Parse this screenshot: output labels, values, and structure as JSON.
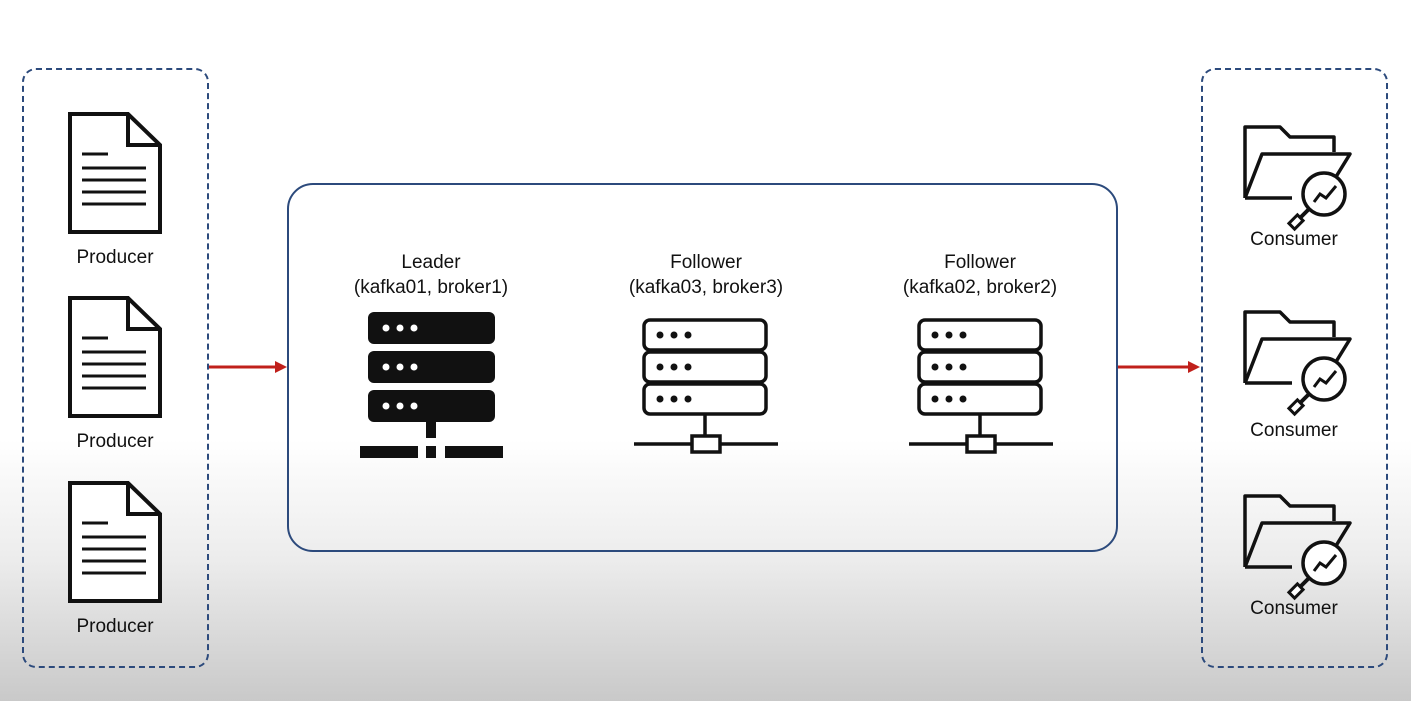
{
  "producers": [
    {
      "label": "Producer",
      "icon": "document-icon"
    },
    {
      "label": "Producer",
      "icon": "document-icon"
    },
    {
      "label": "Producer",
      "icon": "document-icon"
    }
  ],
  "cluster": {
    "brokers": [
      {
        "role": "Leader",
        "detail": "(kafka01, broker1)",
        "icon": "server-icon-filled"
      },
      {
        "role": "Follower",
        "detail": "(kafka03, broker3)",
        "icon": "server-icon-outline"
      },
      {
        "role": "Follower",
        "detail": "(kafka02, broker2)",
        "icon": "server-icon-outline"
      }
    ]
  },
  "consumers": [
    {
      "label": "Consumer",
      "icon": "folder-search-icon"
    },
    {
      "label": "Consumer",
      "icon": "folder-search-icon"
    },
    {
      "label": "Consumer",
      "icon": "folder-search-icon"
    }
  ],
  "colors": {
    "border": "#2c4a7c",
    "arrow": "#c0201b",
    "icon": "#111111"
  }
}
